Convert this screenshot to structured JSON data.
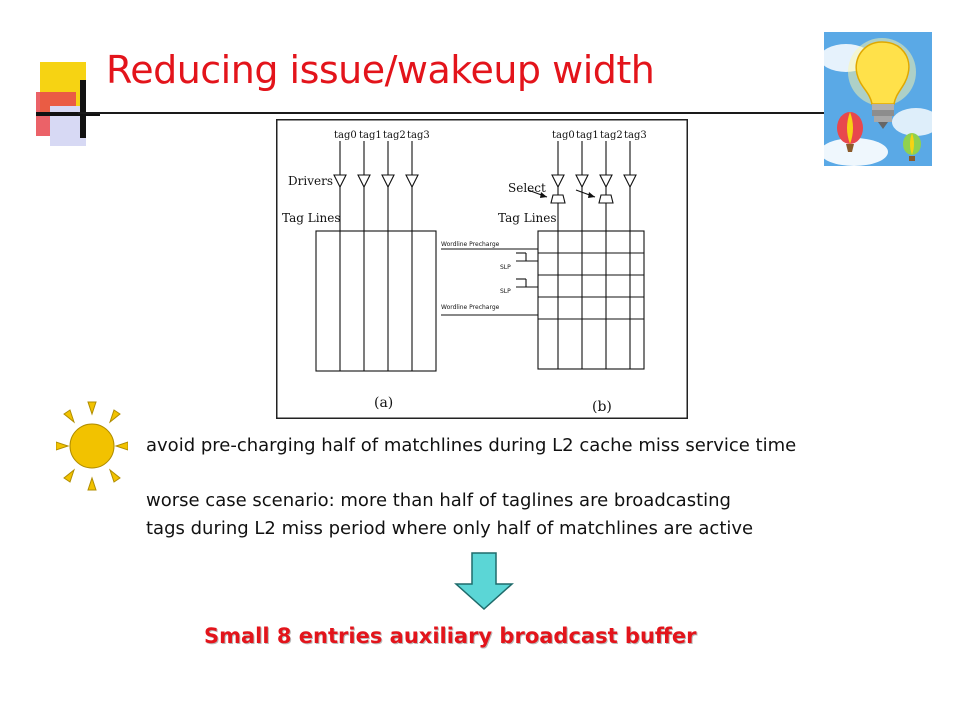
{
  "slide": {
    "title": "Reducing issue/wakeup width",
    "figure": {
      "tag_labels": [
        "tag0",
        "tag1",
        "tag2",
        "tag3"
      ],
      "left_panel": {
        "drivers_label": "Drivers",
        "tag_lines_label": "Tag Lines",
        "caption": "(a)"
      },
      "right_panel": {
        "select_label": "Select",
        "tag_lines_label": "Tag Lines",
        "wordline_precharge_label": "Wordline Precharge",
        "slp_label": "SLP",
        "caption": "(b)"
      }
    },
    "bullets": {
      "line_1": "avoid pre-charging half of matchlines during L2 cache miss service time",
      "line_2": "worse case scenario:  more than half of taglines are broadcasting",
      "line_3": "tags during L2 miss period where only half of matchlines are active"
    },
    "conclusion": "Small 8 entries auxiliary broadcast buffer"
  },
  "colors": {
    "title": "#e3141b",
    "conclusion": "#e3141b",
    "arrow": "#5bd6d6",
    "sun": "#f2c200"
  },
  "icons": {
    "decoration": "color-blocks-decoration",
    "bulb": "lightbulb-balloons-icon",
    "sun": "sun-icon",
    "arrow": "down-arrow-icon"
  }
}
